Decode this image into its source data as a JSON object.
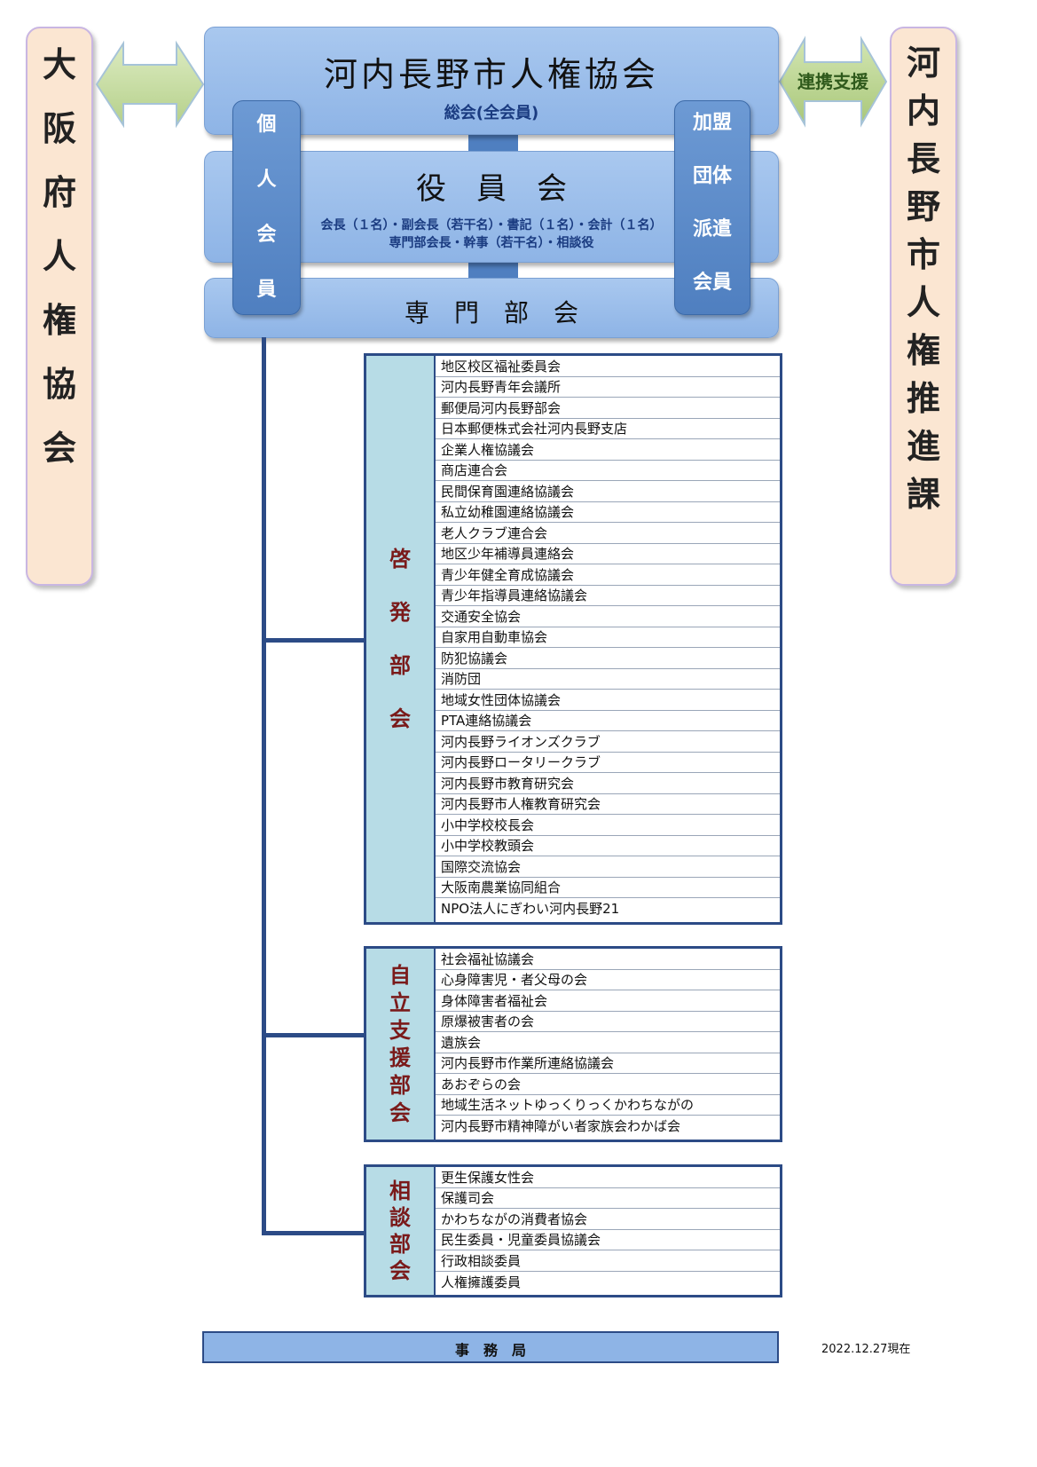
{
  "left_pillar": {
    "label": "大阪府人権協会"
  },
  "right_pillar": {
    "label": "河内長野市人権推進課"
  },
  "link_label": "連携支援",
  "assembly": {
    "title": "河内長野市人権協会",
    "subtitle": "総会(全会員)"
  },
  "board": {
    "title": "役　員　会",
    "line1": "会長（１名）・副会長（若干名）・書記（１名）・会計（１名）",
    "line2": "専門部会長・幹事（若干名）・相談役"
  },
  "committee": {
    "title": "専　門　部　会"
  },
  "individual_members": {
    "label": "個人会員"
  },
  "dispatched_members": {
    "label": [
      "加盟",
      "団体",
      "派遣",
      "会員"
    ]
  },
  "groups": [
    {
      "label": "啓発部会",
      "items": [
        "地区校区福祉委員会",
        "河内長野青年会議所",
        "郵便局河内長野部会",
        "日本郵便株式会社河内長野支店",
        "企業人権協議会",
        "商店連合会",
        "民間保育園連絡協議会",
        "私立幼稚園連絡協議会",
        "老人クラブ連合会",
        "地区少年補導員連絡会",
        "青少年健全育成協議会",
        "青少年指導員連絡協議会",
        "交通安全協会",
        "自家用自動車協会",
        "防犯協議会",
        "消防団",
        "地域女性団体協議会",
        "PTA連絡協議会",
        "河内長野ライオンズクラブ",
        "河内長野ロータリークラブ",
        "河内長野市教育研究会",
        "河内長野市人権教育研究会",
        "小中学校校長会",
        "小中学校教頭会",
        "国際交流協会",
        "大阪南農業協同組合",
        "NPO法人にぎわい河内長野21"
      ]
    },
    {
      "label": "自立支援部会",
      "items": [
        "社会福祉協議会",
        "心身障害児・者父母の会",
        "身体障害者福祉会",
        "原爆被害者の会",
        "遺族会",
        "河内長野市作業所連絡協議会",
        "あおぞらの会",
        "地域生活ネットゆっくりっくかわちながの",
        "河内長野市精神障がい者家族会わかば会"
      ]
    },
    {
      "label": "相談部会",
      "items": [
        "更生保護女性会",
        "保護司会",
        "かわちながの消費者協会",
        "民生委員・児童委員協議会",
        "行政相談委員",
        "人権擁護委員"
      ]
    }
  ],
  "secretariat": {
    "label": "事　務　局"
  },
  "date_note": "2022.12.27現在"
}
